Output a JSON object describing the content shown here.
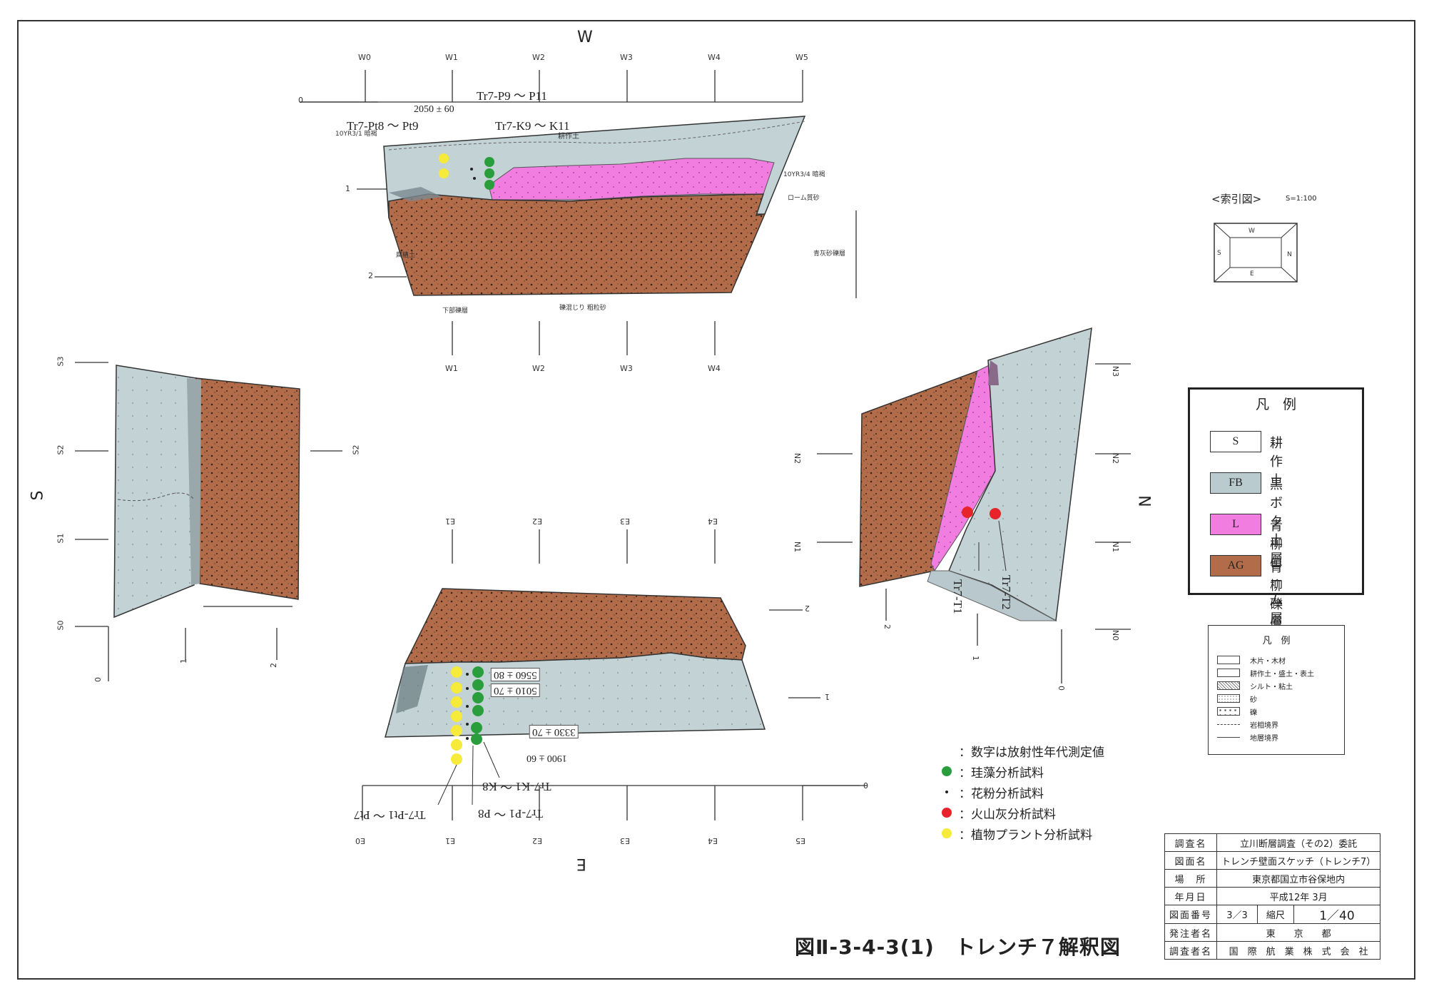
{
  "compass": {
    "w": "W",
    "s": "S",
    "n": "N",
    "e": "E"
  },
  "grid_labels": {
    "top_w": [
      "W0",
      "W1",
      "W2",
      "W3",
      "W4",
      "W5"
    ],
    "mid_w": [
      "W1",
      "W2",
      "W3",
      "W4"
    ],
    "bottom_e": [
      "E0",
      "E1",
      "E2",
      "E3",
      "E4",
      "E5"
    ],
    "mid_e": [
      "E1",
      "E2",
      "E3",
      "E4"
    ],
    "s_side": [
      "S3",
      "S2",
      "S1",
      "S0"
    ],
    "s_right": "S2",
    "n_side": [
      "N3",
      "N2",
      "N1",
      "N0"
    ],
    "n_left": [
      "N2",
      "N1"
    ],
    "depth_top": [
      "0",
      "1",
      "2"
    ],
    "depth_s": [
      "0",
      "1",
      "2"
    ],
    "depth_n": [
      "0",
      "1",
      "2"
    ],
    "depth_e": [
      "0",
      "1",
      "2"
    ]
  },
  "samples_top": {
    "p9_p11": "Tr7-P9 ～ P11",
    "date": "2050 ± 60",
    "pt8_pt9": "Tr7-Pt8 ～ Pt9",
    "k9_k11": "Tr7-K9 ～ K11"
  },
  "samples_bottom": {
    "d1": "5560 ± 80",
    "d2": "5010 ± 70",
    "d3": "3330 ± 70",
    "d4": "1900 ± 60",
    "k1_k8": "Tr7-K1 ～ K8",
    "p1_p8": "Tr7-P1 ～ P8",
    "pt1_pt7": "Tr7-Pt1 ～ Pt7"
  },
  "samples_north": {
    "t1": "Tr7-T1",
    "t2": "Tr7-T2"
  },
  "index_map": {
    "caption": "<索引図>",
    "scale": "S=1:100",
    "w": "W",
    "s": "S",
    "n": "N",
    "e": "E"
  },
  "legend": {
    "title": "凡　例",
    "items": [
      {
        "code": "S",
        "label": "耕作土",
        "color": "#ffffff"
      },
      {
        "code": "FB",
        "label": "黒ボク土層",
        "color": "#b9cbcf"
      },
      {
        "code": "L",
        "label": "青柳ローム層",
        "color": "#f27de0"
      },
      {
        "code": "AG",
        "label": "青柳礫層",
        "color": "#b36c4a"
      }
    ]
  },
  "legend2": {
    "title": "凡　例",
    "items": [
      "木片・木材",
      "耕作土・盛土・表土",
      "シルト・粘土",
      "砂",
      "礫",
      "岩相境界",
      "地層境界"
    ]
  },
  "sample_legend": [
    {
      "label": "：数字は放射性年代測定値",
      "color": ""
    },
    {
      "label": "：珪藻分析試料",
      "color": "#2a9d3c"
    },
    {
      "label": "：花粉分析試料",
      "color": "#222222"
    },
    {
      "label": "：火山灰分析試料",
      "color": "#e6242a"
    },
    {
      "label": "：植物プラント分析試料",
      "color": "#f6ea3a"
    }
  ],
  "title_block": [
    {
      "k": "調査名",
      "v": "立川断層調査（その2）委託"
    },
    {
      "k": "図面名",
      "v": "トレンチ壁面スケッチ（トレンチ7）"
    },
    {
      "k": "場　所",
      "v": "東京都国立市谷保地内"
    },
    {
      "k": "年月日",
      "v": "平成12年 3月"
    },
    {
      "k": "図面番号",
      "v": "3／3",
      "k2": "縮尺",
      "v2": "1／40"
    },
    {
      "k": "発注者名",
      "v": "東　　京　　都"
    },
    {
      "k": "調査者名",
      "v": "国　際　航　業　株　式　会　社"
    }
  ],
  "figure_title": "図Ⅱ-3-4-3(1)　トレンチ７解釈図",
  "top_notes": {
    "n1": "耕作土",
    "n2": "10YR3/1 暗褐",
    "n3": "10YR3/4 暗褐",
    "n4": "ローム質砂",
    "n5": "青灰砂礫層",
    "n6": "下部礫層",
    "n7": "腐植土",
    "n8": "礫混じり 粗粒砂"
  }
}
